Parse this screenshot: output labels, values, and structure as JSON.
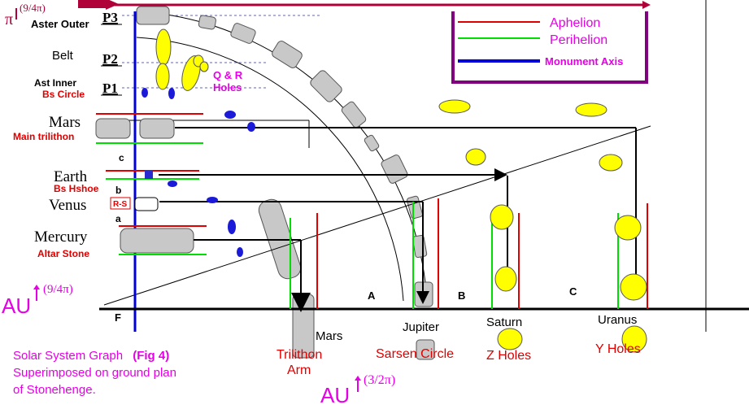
{
  "top": {
    "pi_symbol": "π",
    "pi_exp": "(9/4π)"
  },
  "legend": {
    "items": [
      {
        "label": "Aphelion",
        "color": "#e00000"
      },
      {
        "label": "Perihelion",
        "color": "#00dd00"
      },
      {
        "label": "Monument Axis",
        "color": "#0000dd"
      }
    ],
    "frame_color": "#800080"
  },
  "left_labels": {
    "aster_outer": "Aster Outer",
    "belt": "Belt",
    "ast_inner": "Ast Inner",
    "bs_circle": "Bs Circle",
    "mars": "Mars",
    "main_trilithon": "Main trilithon",
    "c": "c",
    "earth": "Earth",
    "bs_hshoe": "Bs Hshoe",
    "b": "b",
    "venus": "Venus",
    "rs": "R-S",
    "a": "a",
    "mercury": "Mercury",
    "altar_stone": "Altar Stone",
    "f": "F"
  },
  "p_labels": {
    "p3": "P3",
    "p2": "P2",
    "p1": "P1"
  },
  "qr_label": {
    "line1": "Q & R",
    "line2": "Holes"
  },
  "au_left": {
    "au": "AU",
    "exp": "(9/4π)"
  },
  "au_bottom": {
    "au": "AU",
    "exp": "(3/2π)"
  },
  "region_letters": {
    "a": "A",
    "b": "B",
    "c": "C"
  },
  "planets_bottom": {
    "mars": "Mars",
    "jupiter": "Jupiter",
    "saturn": "Saturn",
    "uranus": "Uranus"
  },
  "stone_labels": {
    "trilithon": "Trilithon",
    "arm": "Arm",
    "sarsen": "Sarsen Circle",
    "z_holes": "Z Holes",
    "y_holes": "Y Holes"
  },
  "caption": {
    "title": "Solar System Graph",
    "fig": "(Fig 4)",
    "line2": "Superimposed on ground plan",
    "line3": "of Stonehenge."
  },
  "colors": {
    "aphelion": "#e00000",
    "perihelion": "#00dd00",
    "axis": "#0000dd",
    "stone": "#c8c8c8",
    "hole": "#ffff00",
    "magenta": "#e600e6",
    "red_label": "#e00000"
  }
}
